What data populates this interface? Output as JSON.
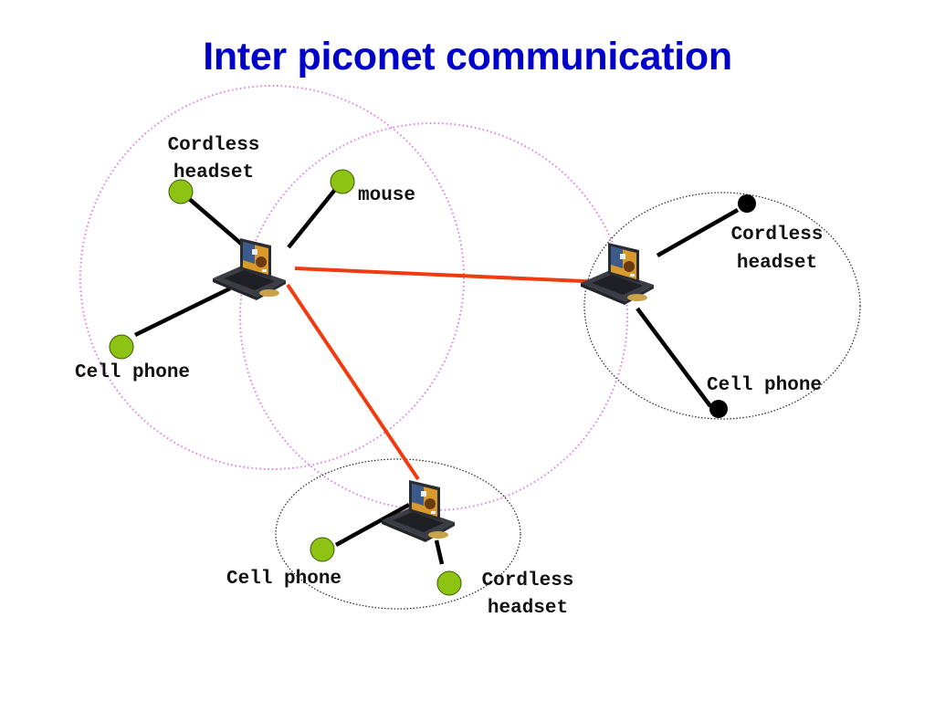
{
  "title": "Inter piconet communication",
  "colors": {
    "title": "#0000c8",
    "range_circle": "#e07ee0",
    "piconet_boundary": "#222222",
    "inter_link": "#f03a10",
    "device_link": "#000000",
    "device_green": "#8dc313",
    "device_black": "#000000"
  },
  "piconets": [
    {
      "id": "piconet-left",
      "master": "laptop",
      "devices": [
        {
          "label_lines": [
            "Cordless",
            "headset"
          ],
          "color": "green"
        },
        {
          "label_lines": [
            "mouse"
          ],
          "color": "green"
        },
        {
          "label_lines": [
            "Cell phone"
          ],
          "color": "green"
        }
      ]
    },
    {
      "id": "piconet-right",
      "master": "laptop",
      "devices": [
        {
          "label_lines": [
            "Cordless",
            "headset"
          ],
          "color": "black"
        },
        {
          "label_lines": [
            "Cell phone"
          ],
          "color": "black"
        }
      ]
    },
    {
      "id": "piconet-bottom",
      "master": "laptop",
      "devices": [
        {
          "label_lines": [
            "Cell phone"
          ],
          "color": "green"
        },
        {
          "label_lines": [
            "Cordless",
            "headset"
          ],
          "color": "green"
        }
      ]
    }
  ],
  "inter_links": [
    {
      "from": "piconet-left",
      "to": "piconet-right"
    },
    {
      "from": "piconet-left",
      "to": "piconet-bottom"
    }
  ]
}
